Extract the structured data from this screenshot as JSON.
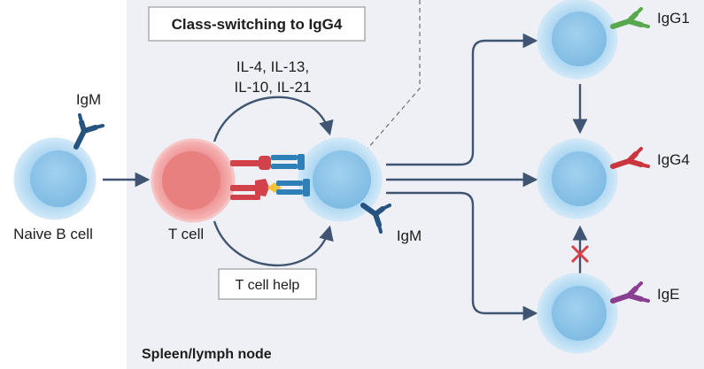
{
  "header_box": {
    "label": "Class-switching to IgG4"
  },
  "cytokines": {
    "line1": "IL-4, IL-13,",
    "line2": "IL-10, IL-21"
  },
  "t_cell_help": {
    "label": "T cell help"
  },
  "location": {
    "label": "Spleen/lymph node"
  },
  "cells": {
    "naive_b": {
      "label": "Naive B cell",
      "antibody": "IgM"
    },
    "t_cell": {
      "label": "T cell"
    },
    "activated_b": {
      "antibody": "IgM"
    },
    "igg1": {
      "antibody": "IgG1"
    },
    "igg4": {
      "antibody": "IgG4"
    },
    "ige": {
      "antibody": "IgE"
    }
  },
  "colors": {
    "panel": "#eef0f5",
    "b_cell": "#a8d3ef",
    "t_cell": "#ee8e8e",
    "arrow": "#3f5572",
    "igm": "#26537f",
    "igg1": "#5aa84e",
    "igg4": "#c9363e",
    "ige": "#8a3e8f",
    "block_x": "#d9404a"
  }
}
